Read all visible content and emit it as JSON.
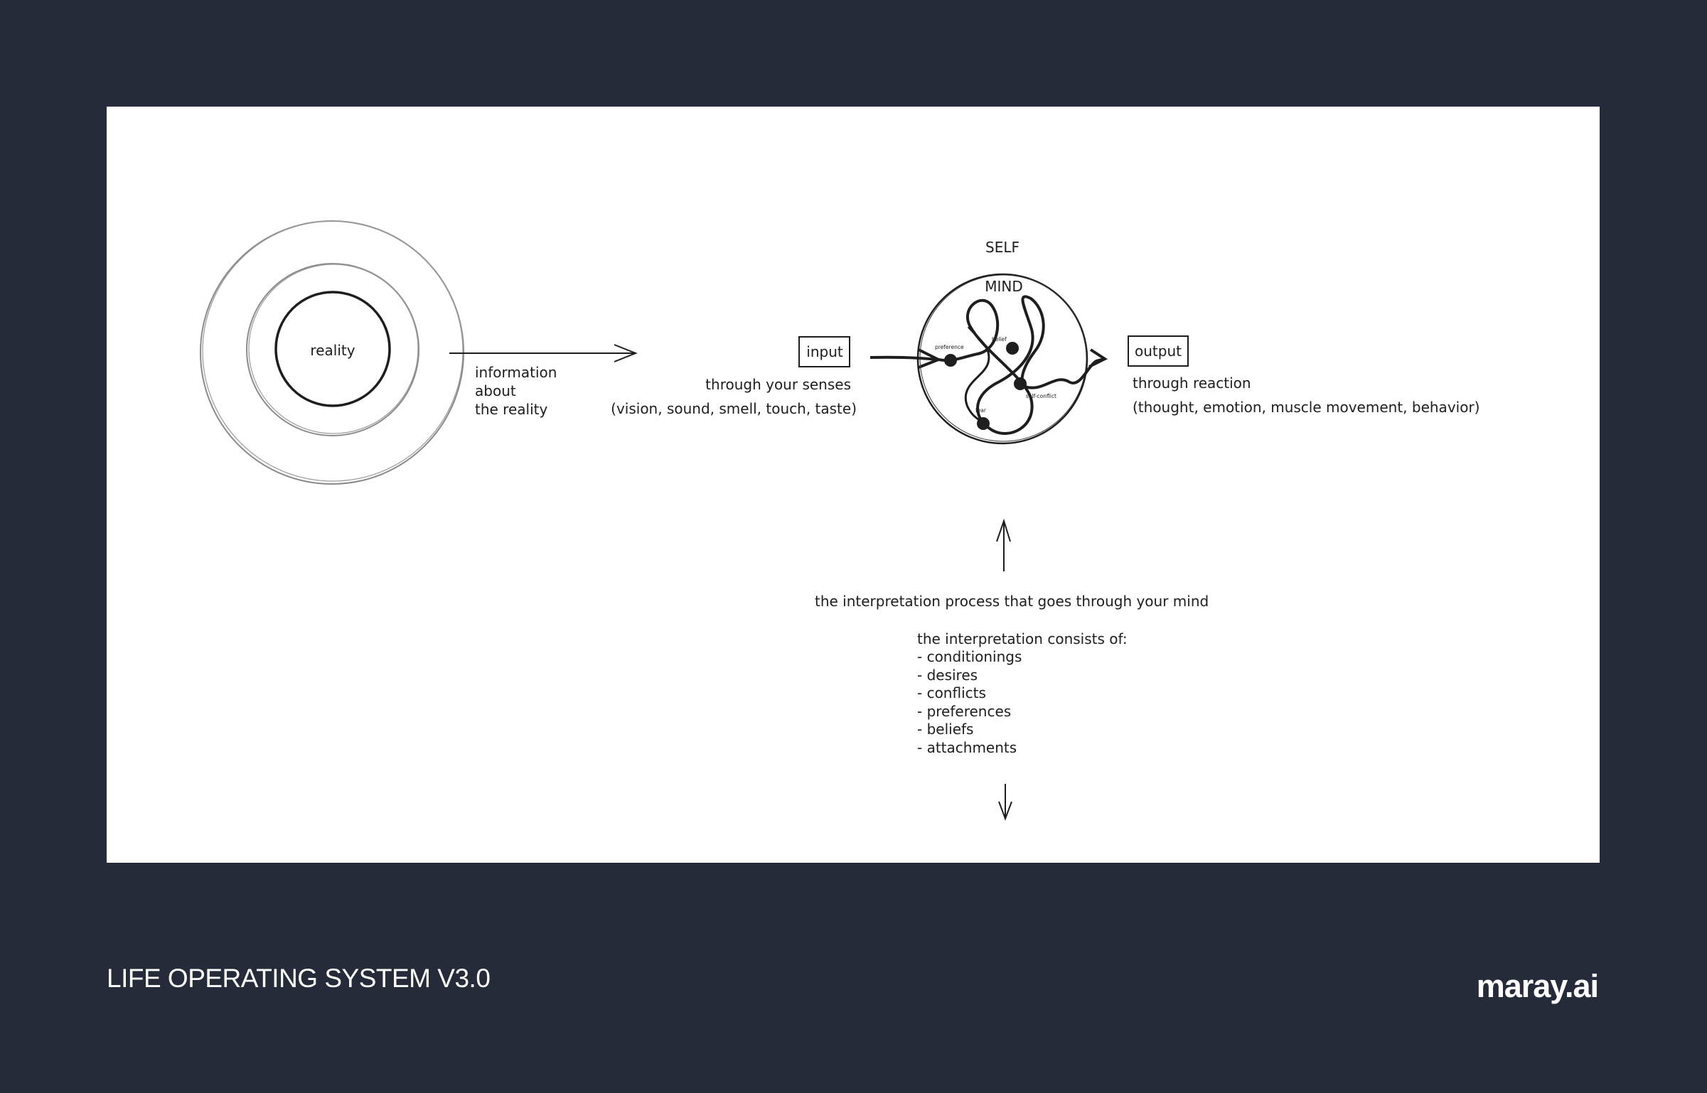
{
  "diagram": {
    "reality_label": "reality",
    "info_lines": [
      "information",
      "about",
      "the reality"
    ],
    "input_box_label": "input",
    "input_desc": "through your senses",
    "input_detail": "(vision, sound, smell, touch, taste)",
    "self_label": "SELF",
    "mind_label": "MIND",
    "node_labels": {
      "preference": "preference",
      "belief": "belief",
      "self_conflict": "self-conflict",
      "fear": "fear"
    },
    "output_box_label": "output",
    "output_desc": "through reaction",
    "output_detail": "(thought, emotion, muscle movement, behavior)",
    "process_label": "the interpretation process that goes through your mind",
    "consists_heading": "the interpretation consists of:",
    "consists_items": [
      "- conditionings",
      "- desires",
      "- conflicts",
      "- preferences",
      "- beliefs",
      "- attachments"
    ]
  },
  "footer": {
    "title": "LIFE OPERATING SYSTEM V3.0",
    "brand": "maray.ai"
  },
  "colors": {
    "background": "#252b39",
    "canvas": "#ffffff",
    "ink": "#1e1e1e",
    "ring": "#8a8a8a"
  }
}
